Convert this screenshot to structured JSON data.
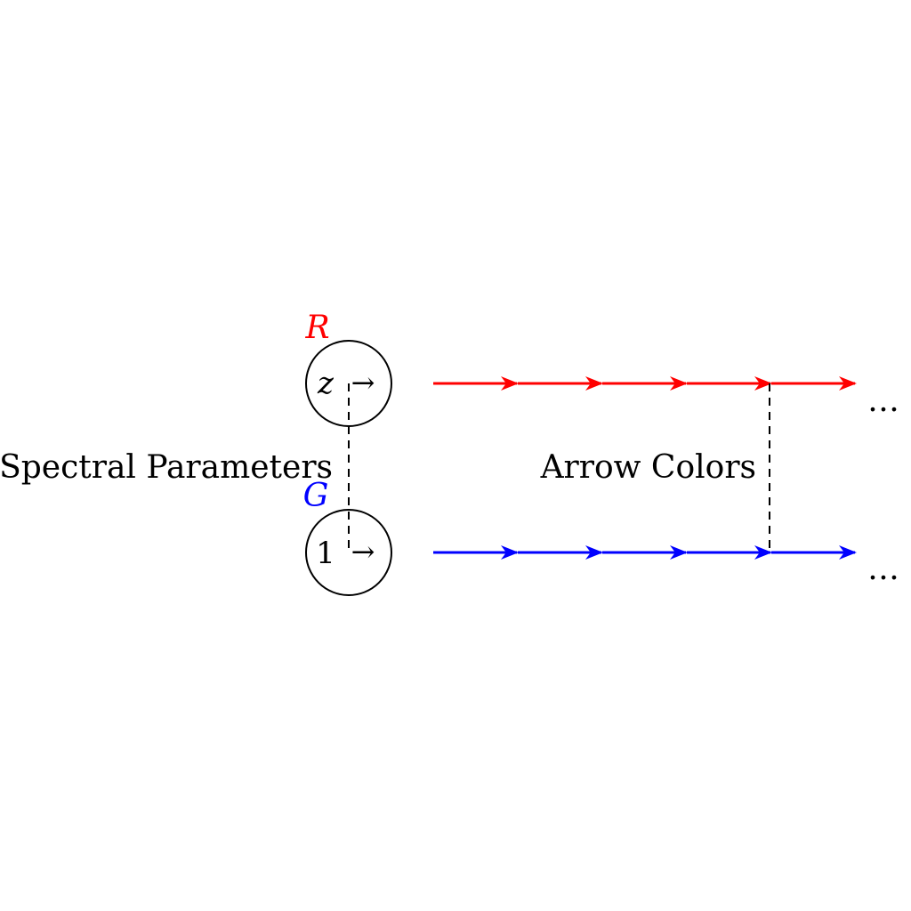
{
  "top_node": {
    "label": "R",
    "value": "z",
    "arrow_glyph": "→",
    "color": "#ff0000"
  },
  "bottom_node": {
    "label": "G",
    "value": "1",
    "arrow_glyph": "→",
    "color": "#0000ff"
  },
  "left_annotation": "Spectral Parameters",
  "right_annotation": "Arrow Colors",
  "top_row": {
    "color": "#ff0000",
    "arrow_count": 5,
    "ellipsis": "…"
  },
  "bottom_row": {
    "color": "#0000ff",
    "arrow_count": 5,
    "ellipsis": "…"
  },
  "stroke_color": "#000000"
}
